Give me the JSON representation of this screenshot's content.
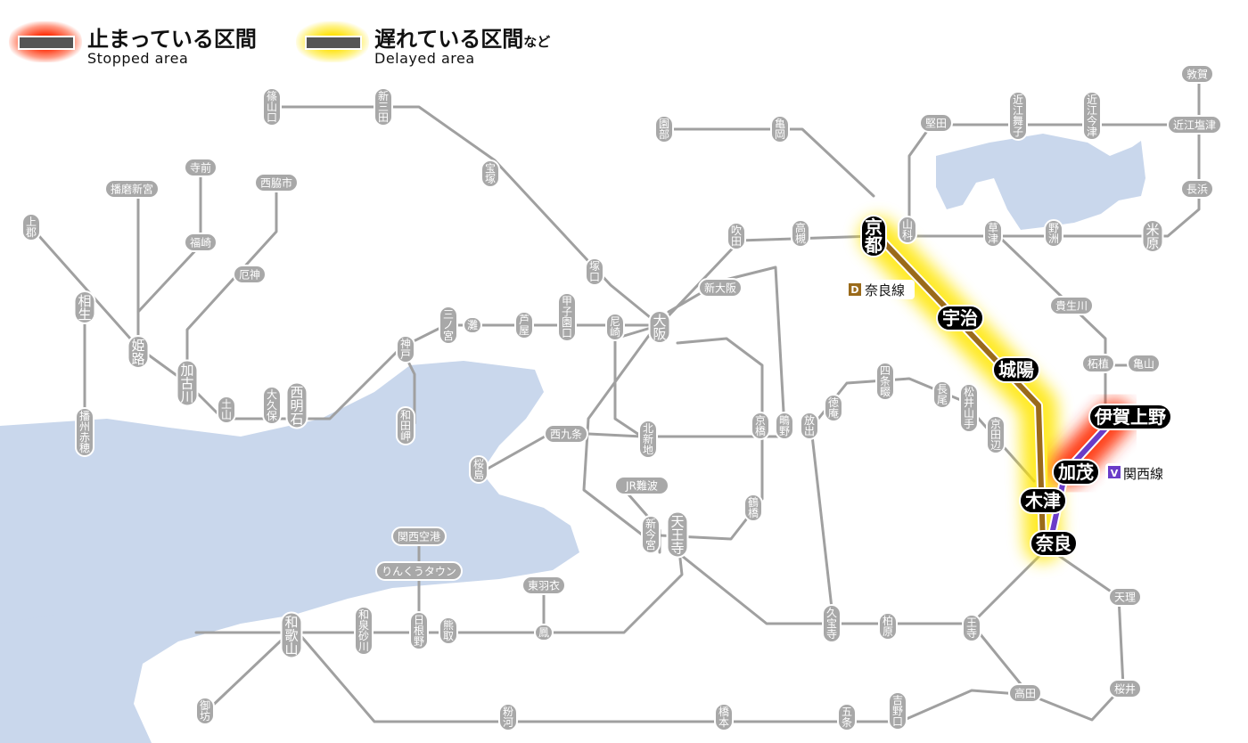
{
  "legend": {
    "stopped": {
      "label_jp": "止まっている区間",
      "label_en": "Stopped area",
      "color": "#ff2a00"
    },
    "delayed": {
      "label_jp": "遅れている区間",
      "suffix_jp": "など",
      "label_en": "Delayed area",
      "color": "#ffe100"
    }
  },
  "lines": {
    "nara": {
      "badge": "D",
      "name": "奈良線",
      "color": "#9a6a1a"
    },
    "kansai": {
      "badge": "V",
      "name": "関西線",
      "color": "#6a3cc8"
    }
  },
  "colors": {
    "water": "#c9d7ec",
    "track": "#a0a0a0",
    "station": "#a8a8a8",
    "highlight_station": "#000000"
  },
  "stations": {
    "sasayamaguchi": "篠山口",
    "shinsanda": "新三田",
    "sonobe": "園部",
    "kameoka": "亀岡",
    "katata": "堅田",
    "omimaiko": "近江舞子",
    "omiimazu": "近江今津",
    "tsuruga": "敦賀",
    "omishiotsu": "近江塩津",
    "nagahama": "長浜",
    "maibara": "米原",
    "takarazuka": "宝塚",
    "teramae": "寺前",
    "banshushingu": "播磨新宮",
    "nishiwakishi": "西脇市",
    "fukusaki": "福崎",
    "kamigori": "上郡",
    "yashiro": "厄神",
    "aioi": "相生",
    "himeji": "姫路",
    "kakogawa": "加古川",
    "tsuchiyama": "土山",
    "okubo": "大久保",
    "nishiakashi": "西明石",
    "banshuako": "播州赤穂",
    "kobe": "神戸",
    "wadamisaki": "和田岬",
    "sannomiya": "三ノ宮",
    "nada": "灘",
    "ashiya": "芦屋",
    "koshienguchi": "甲子園口",
    "amagasaki": "尼崎",
    "osaka": "大阪",
    "tsukaguchi": "塚口",
    "suita": "吹田",
    "shinosaka": "新大阪",
    "takatsuki": "高槻",
    "kyoto": "京都",
    "yamashina": "山科",
    "kusatsu": "草津",
    "yasu": "野洲",
    "kibukawa": "貴生川",
    "tsuge": "柘植",
    "kameyama": "亀山",
    "uji": "宇治",
    "joyo": "城陽",
    "kizu": "木津",
    "nara": "奈良",
    "kamo": "加茂",
    "igaueno": "伊賀上野",
    "shijonawate": "四条畷",
    "nagao": "長尾",
    "matsuiyamate": "松井山手",
    "kyotanabe": "京田辺",
    "tokuan": "徳庵",
    "hanaten": "放出",
    "shigino": "鴫野",
    "kyobashi": "京橋",
    "kitashinchi": "北新地",
    "nishikujo": "西九条",
    "sakurajima": "桜島",
    "jrnamba": "JR難波",
    "shinimamiya": "新今宮",
    "tennoji": "天王寺",
    "tsuruhashi": "鶴橋",
    "kansaiairport": "関西空港",
    "rinkutown": "りんくうタウン",
    "higashihagoromo": "東羽衣",
    "otori": "鳳",
    "hineno": "日根野",
    "kumatori": "熊取",
    "izumisunagawa": "和泉砂川",
    "wakayama": "和歌山",
    "gobo": "御坊",
    "kokawa": "粉河",
    "hashimoto": "橋本",
    "gojo": "五条",
    "yoshinoguchi": "吉野口",
    "takada": "高田",
    "oji": "王寺",
    "kashiwara": "柏原",
    "kyuhoji": "久宝寺",
    "tenri": "天理",
    "sakurai": "桜井"
  }
}
